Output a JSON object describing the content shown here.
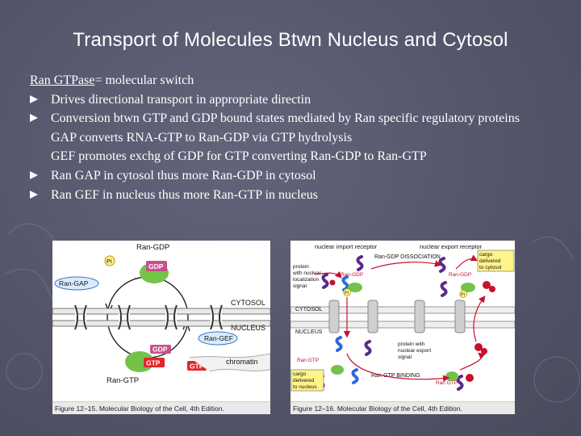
{
  "slide": {
    "title": "Transport of Molecules Btwn Nucleus and Cytosol"
  },
  "content": {
    "heading_term": "Ran GTPase",
    "heading_rest": "= molecular switch",
    "lines": [
      {
        "bullet": true,
        "text": "Drives directional transport in appropriate directin"
      },
      {
        "bullet": true,
        "text": "Conversion btwn GTP and GDP bound states mediated by Ran specific regulatory proteins"
      },
      {
        "bullet": false,
        "text": "GAP converts RNA-GTP to Ran-GDP via GTP hydrolysis"
      },
      {
        "bullet": false,
        "text": "GEF promotes exchg of GDP for GTP converting Ran-GDP to Ran-GTP"
      },
      {
        "bullet": true,
        "text": "Ran GAP in cytosol thus more Ran-GDP in cytosol"
      },
      {
        "bullet": true,
        "text": "Ran GEF in nucleus thus more Ran-GTP in nucleus"
      }
    ]
  },
  "figure_left": {
    "labels": {
      "ran_gdp": "Ran-GDP",
      "pi": "Pi",
      "gdp": "GDP",
      "ran_gap": "Ran-GAP",
      "cytosol": "CYTOSOL",
      "nucleus": "NUCLEUS",
      "ran_gef": "Ran-GEF",
      "gdp_bottom": "GDP",
      "gtp_bottom": "GTP",
      "gtp_right": "GTP",
      "chromatin": "chromatin",
      "ran_gtp": "Ran-GTP"
    },
    "caption": "Figure 12–15. Molecular Biology of the Cell, 4th Edition."
  },
  "figure_right": {
    "labels": {
      "import_receptor": "nuclear import receptor",
      "export_receptor": "nuclear export receptor",
      "dissociation": "Ran-GDP DISSOCIATION",
      "cargo_cytosol_1": "cargo",
      "cargo_cytosol_2": "delivered",
      "cargo_cytosol_3": "to cytosol",
      "protein_nls_1": "protein",
      "protein_nls_2": "with nuclear",
      "protein_nls_3": "localization",
      "protein_nls_4": "signal",
      "ran_gdp_left": "Ran-GDP",
      "ran_gdp_right": "Ran-GDP",
      "pi_left": "Pi",
      "pi_right": "Pi",
      "cytosol": "CYTOSOL",
      "nucleus": "NUCLEUS",
      "protein_nes_1": "protein with",
      "protein_nes_2": "nuclear export",
      "protein_nes_3": "signal",
      "ran_gtp_left": "Ran GTP",
      "ran_gtp_right": "Ran GTP",
      "binding": "Ran-GTP BINDING",
      "cargo_nucleus_1": "cargo",
      "cargo_nucleus_2": "delivered",
      "cargo_nucleus_3": "to nucleus"
    },
    "caption": "Figure 12–16. Molecular Biology of the Cell, 4th Edition."
  },
  "colors": {
    "background": "#56566a",
    "text": "#ffffff",
    "gdp": "#c7508c",
    "gtp": "#e0262a",
    "ran": "#74c24a",
    "receptor_purple": "#5a2a8c",
    "membrane": "#9a9a9a",
    "arrow_red": "#c8102e",
    "cargo_yellow": "#fff38a"
  }
}
